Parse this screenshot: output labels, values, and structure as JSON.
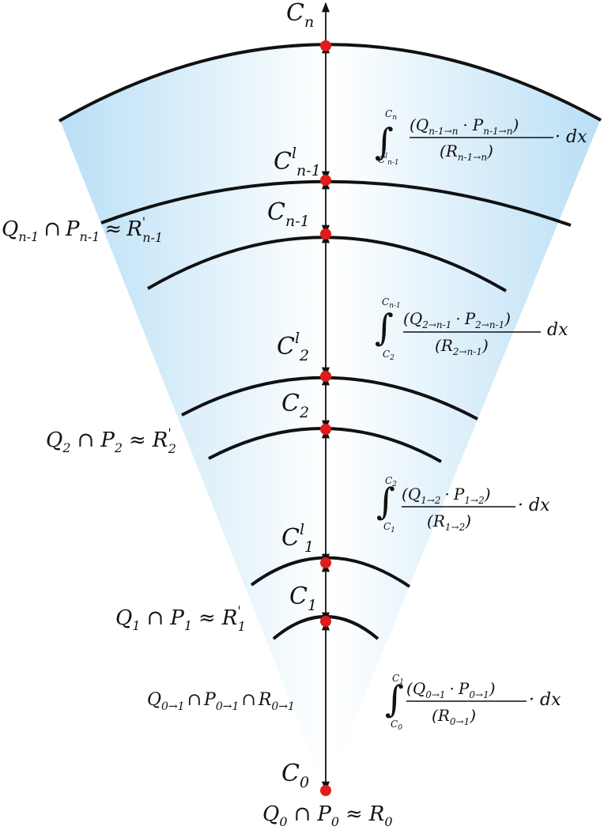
{
  "levels": [
    {
      "key": "Cn",
      "label": "C",
      "sub": "n",
      "sup": ""
    },
    {
      "key": "C1n-1",
      "label": "C",
      "sub": "n-1",
      "sup": "l"
    },
    {
      "key": "Cn-1",
      "label": "C",
      "sub": "n-1",
      "sup": ""
    },
    {
      "key": "C12",
      "label": "C",
      "sub": "2",
      "sup": "l"
    },
    {
      "key": "C2",
      "label": "C",
      "sub": "2",
      "sup": ""
    },
    {
      "key": "C11",
      "label": "C",
      "sub": "1",
      "sup": "l"
    },
    {
      "key": "C1",
      "label": "C",
      "sub": "1",
      "sup": ""
    },
    {
      "key": "C0",
      "label": "C",
      "sub": "0",
      "sup": ""
    }
  ],
  "relations": {
    "rn": {
      "q": "Q",
      "qs": "n-1",
      "cap": "∩",
      "p": "P",
      "ps": "n-1",
      "approx": "≈",
      "r": "R",
      "rs": "n-1",
      "rsup": "'"
    },
    "r2": {
      "q": "Q",
      "qs": "2",
      "cap": "∩",
      "p": "P",
      "ps": "2",
      "approx": "≈",
      "r": "R",
      "rs": "2",
      "rsup": "'"
    },
    "r1": {
      "q": "Q",
      "qs": "1",
      "cap": "∩",
      "p": "P",
      "ps": "1",
      "approx": "≈",
      "r": "R",
      "rs": "1",
      "rsup": "'"
    },
    "r01": {
      "q": "Q",
      "qs": "0→1",
      "cap": "∩",
      "p": "P",
      "ps": "0→1",
      "cap2": "∩",
      "r": "R",
      "rs": "0→1"
    },
    "r0": {
      "q": "Q",
      "qs": "0",
      "cap": "∩",
      "p": "P",
      "ps": "0",
      "approx": "≈",
      "r": "R",
      "rs": "0"
    }
  },
  "integrals": [
    {
      "key": "top",
      "upper": "C",
      "upper_sub": "n",
      "lower": "C",
      "lower_sup": "l",
      "lower_sub": "n-1",
      "num_q": "Q",
      "num_qs": "n-1→n",
      "dot": "·",
      "num_p": "P",
      "num_ps": "n-1→n",
      "den_r": "R",
      "den_rs": "n-1→n",
      "dx": "· dx"
    },
    {
      "key": "mid2",
      "upper": "C",
      "upper_sub": "n-1",
      "lower": "C",
      "lower_sup": "",
      "lower_sub": "2",
      "num_q": "Q",
      "num_qs": "2→n-1",
      "dot": "·",
      "num_p": "P",
      "num_ps": "2→n-1",
      "den_r": "R",
      "den_rs": "2→n-1",
      "dx": "dx"
    },
    {
      "key": "mid1",
      "upper": "C",
      "upper_sub": "2",
      "lower": "C",
      "lower_sup": "",
      "lower_sub": "1",
      "num_q": "Q",
      "num_qs": "1→2",
      "dot": "·",
      "num_p": "P",
      "num_ps": "1→2",
      "den_r": "R",
      "den_rs": "1→2",
      "dx": "· dx"
    },
    {
      "key": "bottom",
      "upper": "C",
      "upper_sub": "1",
      "lower": "C",
      "lower_sup": "",
      "lower_sub": "0",
      "num_q": "Q",
      "num_qs": "0→1",
      "dot": "·",
      "num_p": "P",
      "num_ps": "0→1",
      "den_r": "R",
      "den_rs": "0→1",
      "dx": "· dx"
    }
  ],
  "colors": {
    "cone_edge": "#b9dff5",
    "cone_center": "#ffffff",
    "node": "#e01b1b",
    "line": "#111111"
  }
}
